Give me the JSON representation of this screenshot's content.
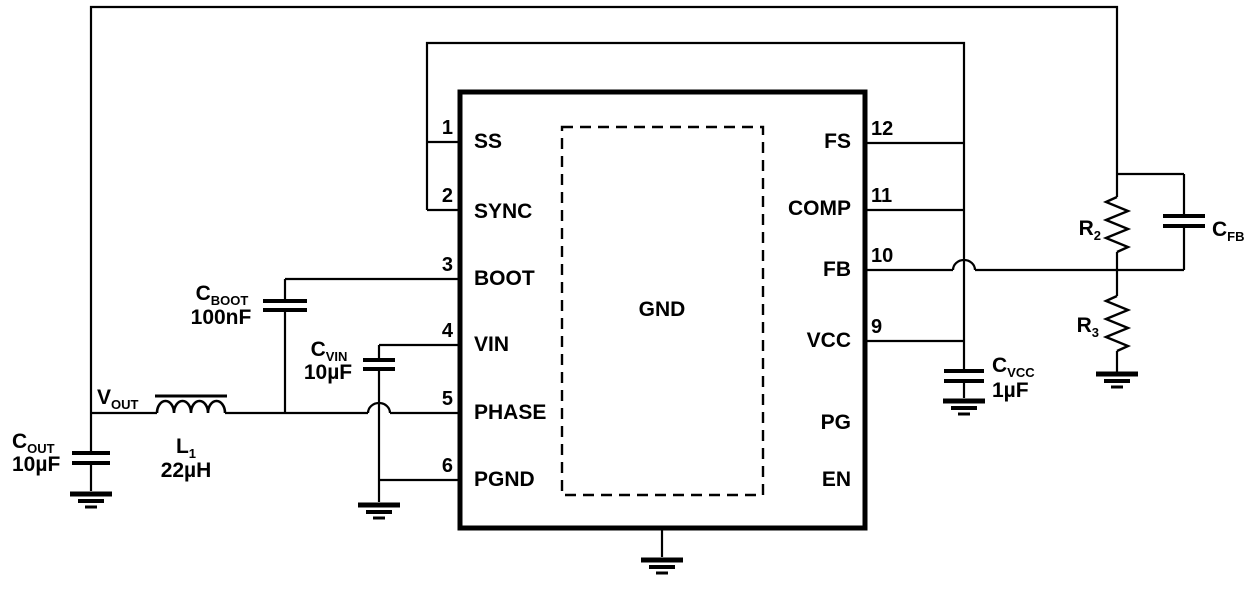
{
  "ic": {
    "center_label": "GND",
    "left_pins": [
      {
        "number": "1",
        "label": "SS"
      },
      {
        "number": "2",
        "label": "SYNC"
      },
      {
        "number": "3",
        "label": "BOOT"
      },
      {
        "number": "4",
        "label": "VIN"
      },
      {
        "number": "5",
        "label": "PHASE"
      },
      {
        "number": "6",
        "label": "PGND"
      }
    ],
    "right_pins": [
      {
        "number": "12",
        "label": "FS"
      },
      {
        "number": "11",
        "label": "COMP"
      },
      {
        "number": "10",
        "label": "FB"
      },
      {
        "number": "9",
        "label": "VCC"
      },
      {
        "number": "",
        "label": "PG"
      },
      {
        "number": "",
        "label": "EN"
      }
    ]
  },
  "nets": {
    "vout": {
      "ref": "V",
      "sub": "OUT"
    }
  },
  "components": {
    "cout": {
      "ref": "C",
      "sub": "OUT",
      "value": "10µF"
    },
    "l1": {
      "ref": "L",
      "sub": "1",
      "value": "22µH"
    },
    "cboot": {
      "ref": "C",
      "sub": "BOOT",
      "value": "100nF"
    },
    "cvin": {
      "ref": "C",
      "sub": "VIN",
      "value": "10µF"
    },
    "cvcc": {
      "ref": "C",
      "sub": "VCC",
      "value": "1µF"
    },
    "r2": {
      "ref": "R",
      "sub": "2"
    },
    "r3": {
      "ref": "R",
      "sub": "3"
    },
    "cfb": {
      "ref": "C",
      "sub": "FB"
    }
  },
  "colors": {
    "line": "#000000",
    "background": "#ffffff"
  }
}
